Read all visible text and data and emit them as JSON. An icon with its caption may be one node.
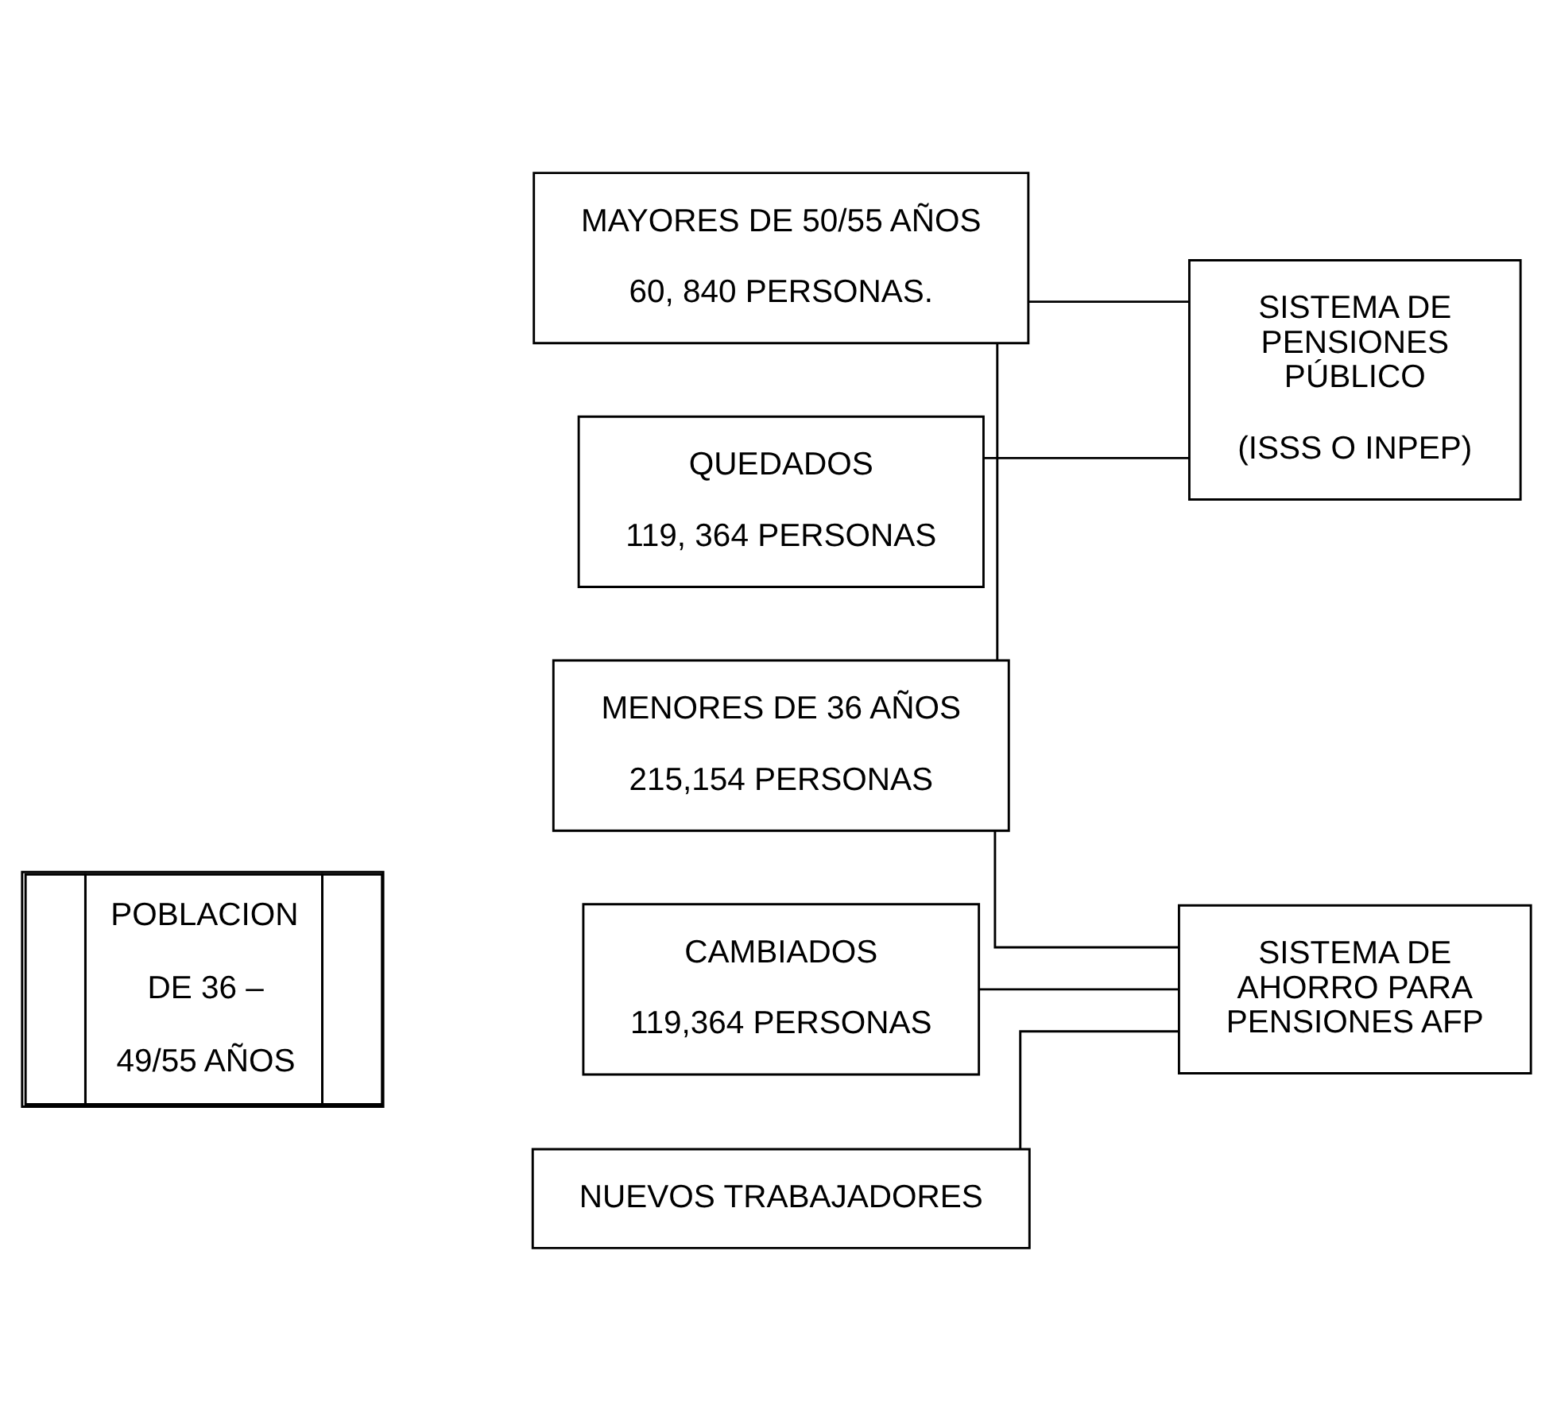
{
  "diagram": {
    "nodes": [
      {
        "text": [
          "MAYORES DE 50/55 AÑOS",
          "60, 840 PERSONAS."
        ]
      },
      {
        "text": [
          "SISTEMA DE PENSIONES PÚBLICO",
          "(ISSS O INPEP)"
        ]
      },
      {
        "text": [
          "POBLACION DE 36 – 49/55 AÑOS"
        ]
      },
      {
        "text": [
          "QUEDADOS",
          "119, 364 PERSONAS"
        ]
      },
      {
        "text": [
          "CAMBIADOS",
          "119,364 PERSONAS"
        ]
      },
      {
        "text": [
          "MENORES DE 36 AÑOS",
          "215,154 PERSONAS"
        ]
      },
      {
        "text": [
          "SISTEMA DE AHORRO PARA PENSIONES AFP"
        ]
      },
      {
        "text": [
          "NUEVOS TRABAJADORES"
        ]
      }
    ],
    "edges": [
      {
        "from": 0,
        "to": 1,
        "arrow": "none"
      },
      {
        "from": 0,
        "to": 5,
        "arrow": "none"
      },
      {
        "from": 3,
        "to": 1,
        "arrow": "none"
      },
      {
        "from": 4,
        "to": 6,
        "arrow": "none"
      },
      {
        "from": 5,
        "to": 6,
        "arrow": "none"
      },
      {
        "from": 7,
        "to": 6,
        "arrow": "none"
      }
    ]
  }
}
